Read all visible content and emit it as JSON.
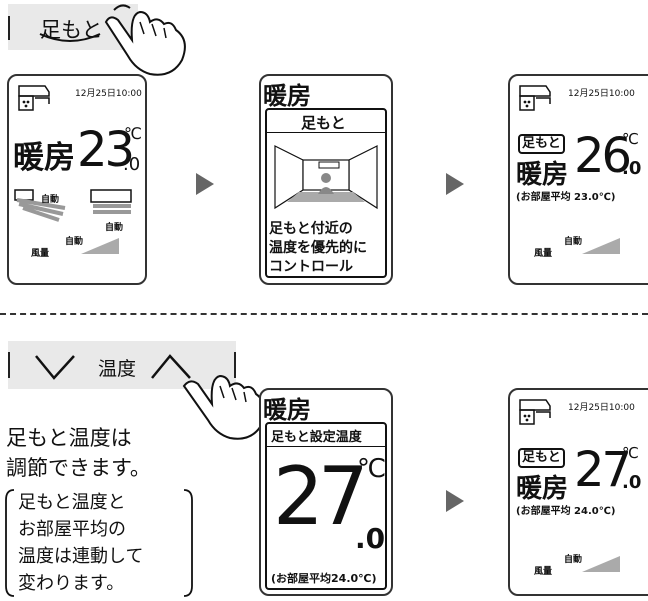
{
  "top_button": {
    "label": "足もと"
  },
  "screen1": {
    "datetime": "12月25日10:00",
    "mode": "暖房",
    "temp_main": "23",
    "temp_decimal": ".0",
    "unit": "℃",
    "auto_label": "自動",
    "vertical_auto_label": "自動",
    "fan_label": "風量",
    "fan_auto_label": "自動"
  },
  "screen2": {
    "mode": "暖房",
    "header": "足もと",
    "description_lines": [
      "足もと付近の",
      "温度を優先的に",
      "コントロール"
    ]
  },
  "screen3": {
    "datetime": "12月25日10:00",
    "tag": "足もと",
    "mode": "暖房",
    "temp_main": "26",
    "temp_decimal": ".0",
    "unit": "℃",
    "avg_text": "(お部屋平均 23.0℃)",
    "fan_label": "風量",
    "fan_auto_label": "自動"
  },
  "bottom_button": {
    "label": "温度"
  },
  "note": {
    "line1": "足もと温度は",
    "line2": "調節できます。",
    "bracket_lines": [
      "足もと温度と",
      "お部屋平均の",
      "温度は連動して",
      "変わります。"
    ]
  },
  "screen4": {
    "mode": "暖房",
    "header": "足もと設定温度",
    "temp_main": "27",
    "temp_decimal": ".0",
    "unit": "℃",
    "avg_text": "(お部屋平均24.0℃)"
  },
  "screen5": {
    "datetime": "12月25日10:00",
    "tag": "足もと",
    "mode": "暖房",
    "temp_main": "27",
    "temp_decimal": ".0",
    "unit": "℃",
    "avg_text": "(お部屋平均 24.0℃)",
    "fan_label": "風量",
    "fan_auto_label": "自動"
  },
  "colors": {
    "arrow": "#666666",
    "button_bar": "#e9e9e9",
    "border": "#333333"
  }
}
